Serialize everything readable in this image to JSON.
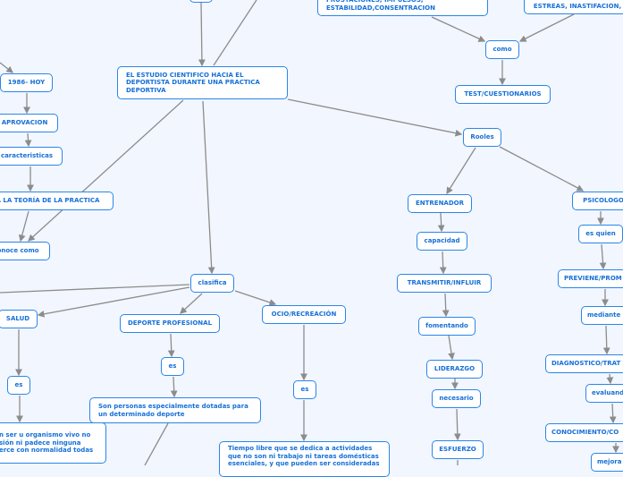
{
  "nodes": {
    "top": "",
    "main": "EL ESTUDIO CIENTIFICO HACIA EL DEPORTISTA DURANTE UNA PRACTICA DEPORTIVA",
    "y1986": "1986- HOY",
    "aprov": "APROVACION",
    "carac": "caracteristicas",
    "teoria": "A LA TEORÍA DE LA PRACTICA",
    "conoce": "conoce como",
    "frust": "FRUSTACIONES, IMPULSOS, ESTABILIDAD,CONSENTRACION",
    "estreas": "ESTREAS, INASTIFACION,",
    "como": "como",
    "test": "TEST/CUESTIONARIOS",
    "rooles": "Rooles",
    "entrenador": "ENTRENADOR",
    "psicologo": "PSICOLOGO",
    "capacidad": "capacidad",
    "transmitir": "TRANSMITIR/INFLUIR",
    "fomentando": "fomentando",
    "liderazgo": "LIDERAZGO",
    "necesario": "necesario",
    "esfuerzo": "ESFUERZO",
    "esquien": "es quien",
    "previene": "PREVIENE/PROM",
    "mediante": "mediante",
    "diagnostico": "DIAGNOSTICO/TRAT",
    "evaluando": "evaluand",
    "conocimiento": "CONOCIMIENTO/CO",
    "mejora": "mejora",
    "clasifica": "clasifica",
    "salud": "SALUD",
    "deporte": "DEPORTE PROFESIONAL",
    "ocio": "OCIO/RECREACIÓN",
    "es1": "es",
    "es2": "es",
    "es3": "es",
    "personas": "Son personas especialmente dotadas para un determinado deporte",
    "saludtxt": "n ser u organismo vivo no sión ni padece ninguna erce con normalidad todas",
    "tiempo": "Tiempo libre que se dedica a actividades que no son ni trabajo ni tareas domésticas esenciales, y que pueden ser consideradas"
  },
  "colors": {
    "border": "#2a86ea",
    "text": "#1570d8",
    "edge": "#8c8c8c",
    "bg": "#f2f6fe"
  }
}
